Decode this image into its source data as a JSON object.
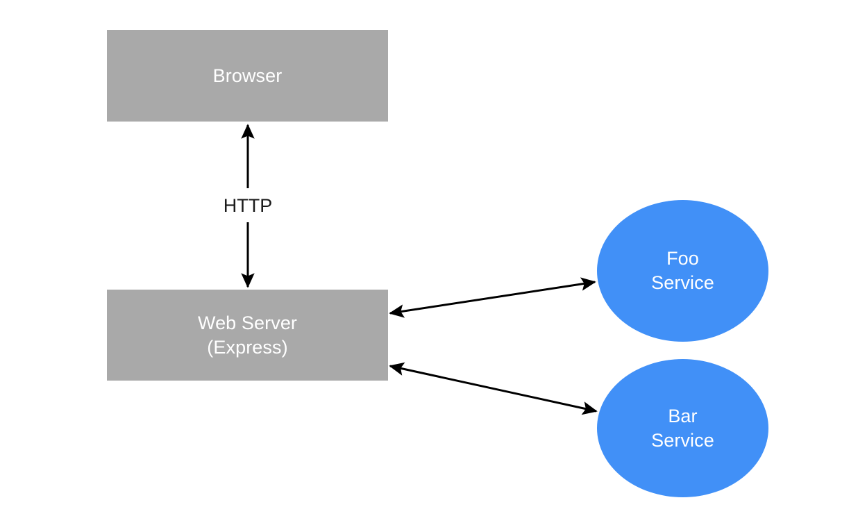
{
  "diagram": {
    "type": "architecture-diagram",
    "background_color": "#ffffff",
    "title": "Browser / Web Server (Express) / Foo Service / Bar Service",
    "palette": {
      "box_fill": "#a9a9a9",
      "ellipse_fill": "#4190f7",
      "node_text": "#ffffff",
      "edge_stroke": "#000000",
      "edge_label_text": "#1a1a1a"
    },
    "nodes": [
      {
        "id": "browser",
        "label": "Browser",
        "shape": "rectangle",
        "fill": "#a9a9a9",
        "text_color": "#ffffff"
      },
      {
        "id": "webserver",
        "label": "Web Server\n(Express)",
        "shape": "rectangle",
        "fill": "#a9a9a9",
        "text_color": "#ffffff"
      },
      {
        "id": "foo",
        "label": "Foo\nService",
        "shape": "ellipse",
        "fill": "#4190f7",
        "text_color": "#ffffff"
      },
      {
        "id": "bar",
        "label": "Bar\nService",
        "shape": "ellipse",
        "fill": "#4190f7",
        "text_color": "#ffffff"
      }
    ],
    "edges": [
      {
        "id": "browser-webserver",
        "from": "webserver",
        "to": "browser",
        "label": "HTTP",
        "direction": "bidirectional",
        "style": "solid",
        "stroke": "#000000"
      },
      {
        "id": "webserver-foo",
        "from": "webserver",
        "to": "foo",
        "label": "",
        "direction": "bidirectional",
        "style": "solid",
        "stroke": "#000000"
      },
      {
        "id": "webserver-bar",
        "from": "webserver",
        "to": "bar",
        "label": "",
        "direction": "bidirectional",
        "style": "solid",
        "stroke": "#000000"
      }
    ]
  }
}
